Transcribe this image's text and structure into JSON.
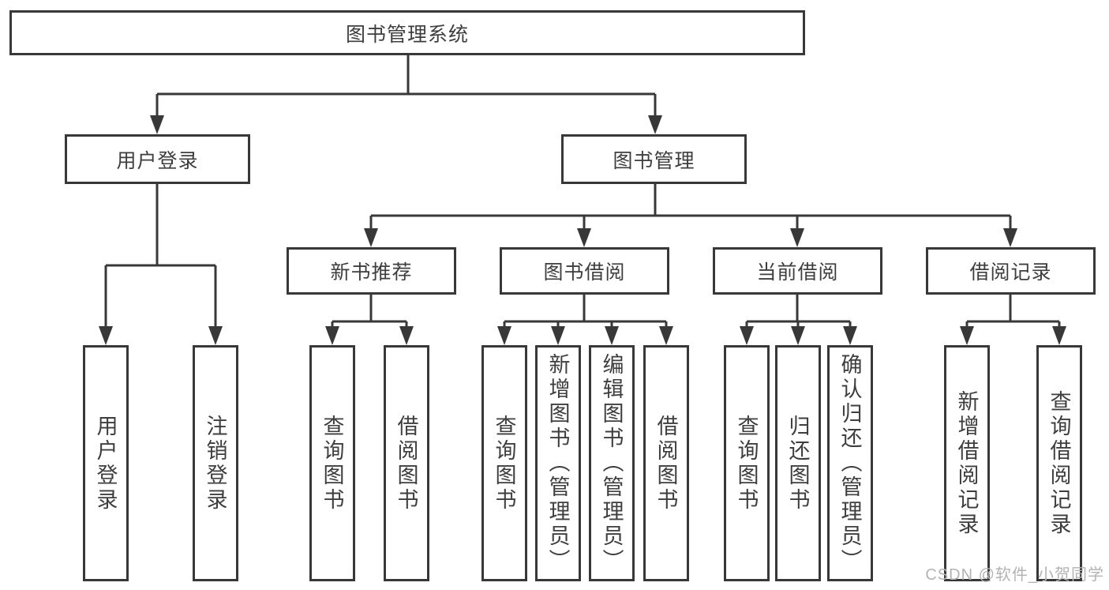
{
  "diagram": {
    "root": {
      "label": "图书管理系统"
    },
    "branches": [
      {
        "label": "用户登录",
        "leaves": [
          {
            "label": "用户登录"
          },
          {
            "label": "注销登录"
          }
        ]
      },
      {
        "label": "图书管理",
        "groups": [
          {
            "label": "新书推荐",
            "leaves": [
              {
                "label": "查询图书"
              },
              {
                "label": "借阅图书"
              }
            ]
          },
          {
            "label": "图书借阅",
            "leaves": [
              {
                "label": "查询图书"
              },
              {
                "label": "新增图书（管理员）"
              },
              {
                "label": "编辑图书（管理员）"
              },
              {
                "label": "借阅图书"
              }
            ]
          },
          {
            "label": "当前借阅",
            "leaves": [
              {
                "label": "查询图书"
              },
              {
                "label": "归还图书"
              },
              {
                "label": "确认归还（管理员）"
              }
            ]
          },
          {
            "label": "借阅记录",
            "leaves": [
              {
                "label": "新增借阅记录"
              },
              {
                "label": "查询借阅记录"
              }
            ]
          }
        ]
      }
    ]
  },
  "watermark": {
    "text": "CSDN @软件_小贺同学"
  },
  "colors": {
    "line": "#383838",
    "box_border": "#383838",
    "box_fill": "#ffffff",
    "text": "#3e3e3e",
    "background": "#ffffff",
    "watermark": "#b3b3b3"
  }
}
